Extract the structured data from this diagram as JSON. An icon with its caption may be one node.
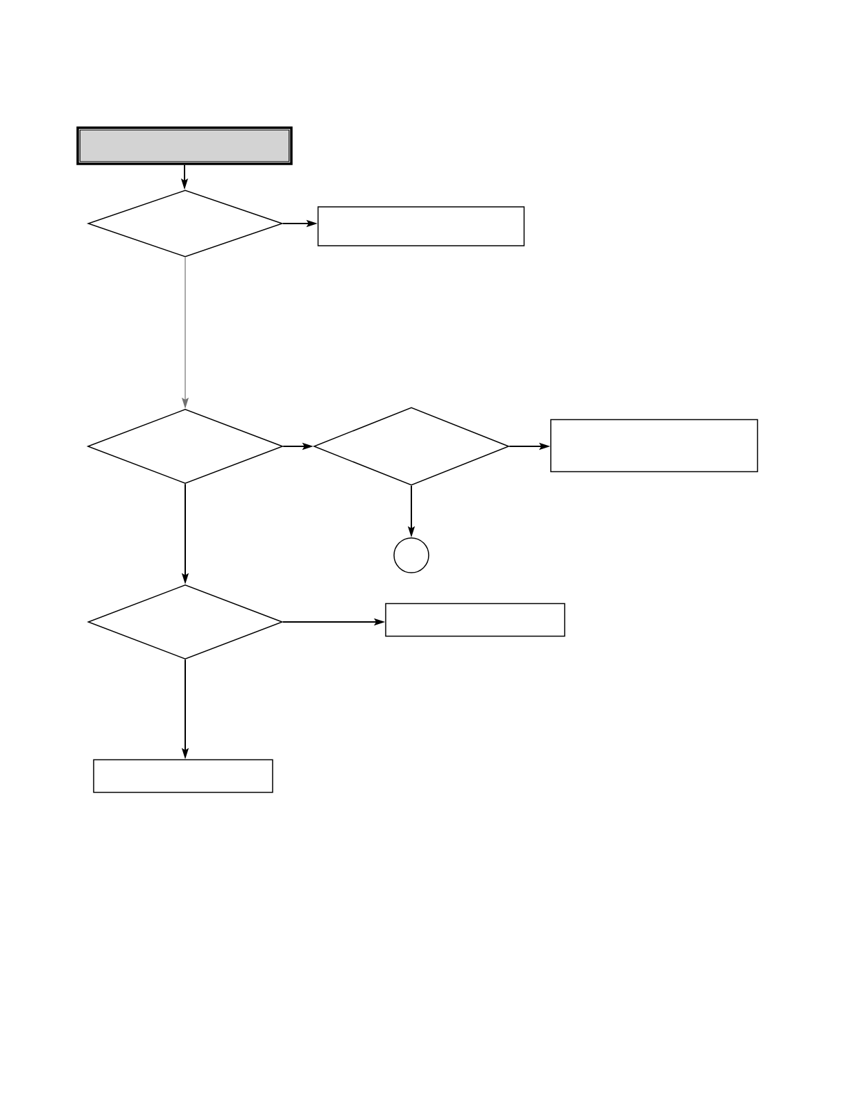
{
  "diagram": {
    "nodes": [
      {
        "text": [],
        "shape": "box"
      },
      {
        "text": [],
        "shape": "diamond"
      },
      {
        "text": [],
        "shape": "box"
      },
      {
        "text": [],
        "shape": "diamond"
      },
      {
        "text": [],
        "shape": "diamond"
      },
      {
        "text": [],
        "shape": "box"
      },
      {
        "text": [],
        "shape": "circle"
      },
      {
        "text": [],
        "shape": "diamond"
      },
      {
        "text": [],
        "shape": "box"
      },
      {
        "text": [],
        "shape": "box"
      }
    ],
    "edges": [
      {
        "from": 0,
        "to": 1,
        "arrow": "to"
      },
      {
        "from": 1,
        "to": 2,
        "arrow": "to"
      },
      {
        "from": 1,
        "to": 3,
        "arrow": "to",
        "color": "#707070"
      },
      {
        "from": 3,
        "to": 4,
        "arrow": "to"
      },
      {
        "from": 4,
        "to": 5,
        "arrow": "to"
      },
      {
        "from": 4,
        "to": 6,
        "arrow": "to"
      },
      {
        "from": 3,
        "to": 7,
        "arrow": "to"
      },
      {
        "from": 7,
        "to": 8,
        "arrow": "to"
      },
      {
        "from": 7,
        "to": 9,
        "arrow": "to"
      }
    ]
  }
}
